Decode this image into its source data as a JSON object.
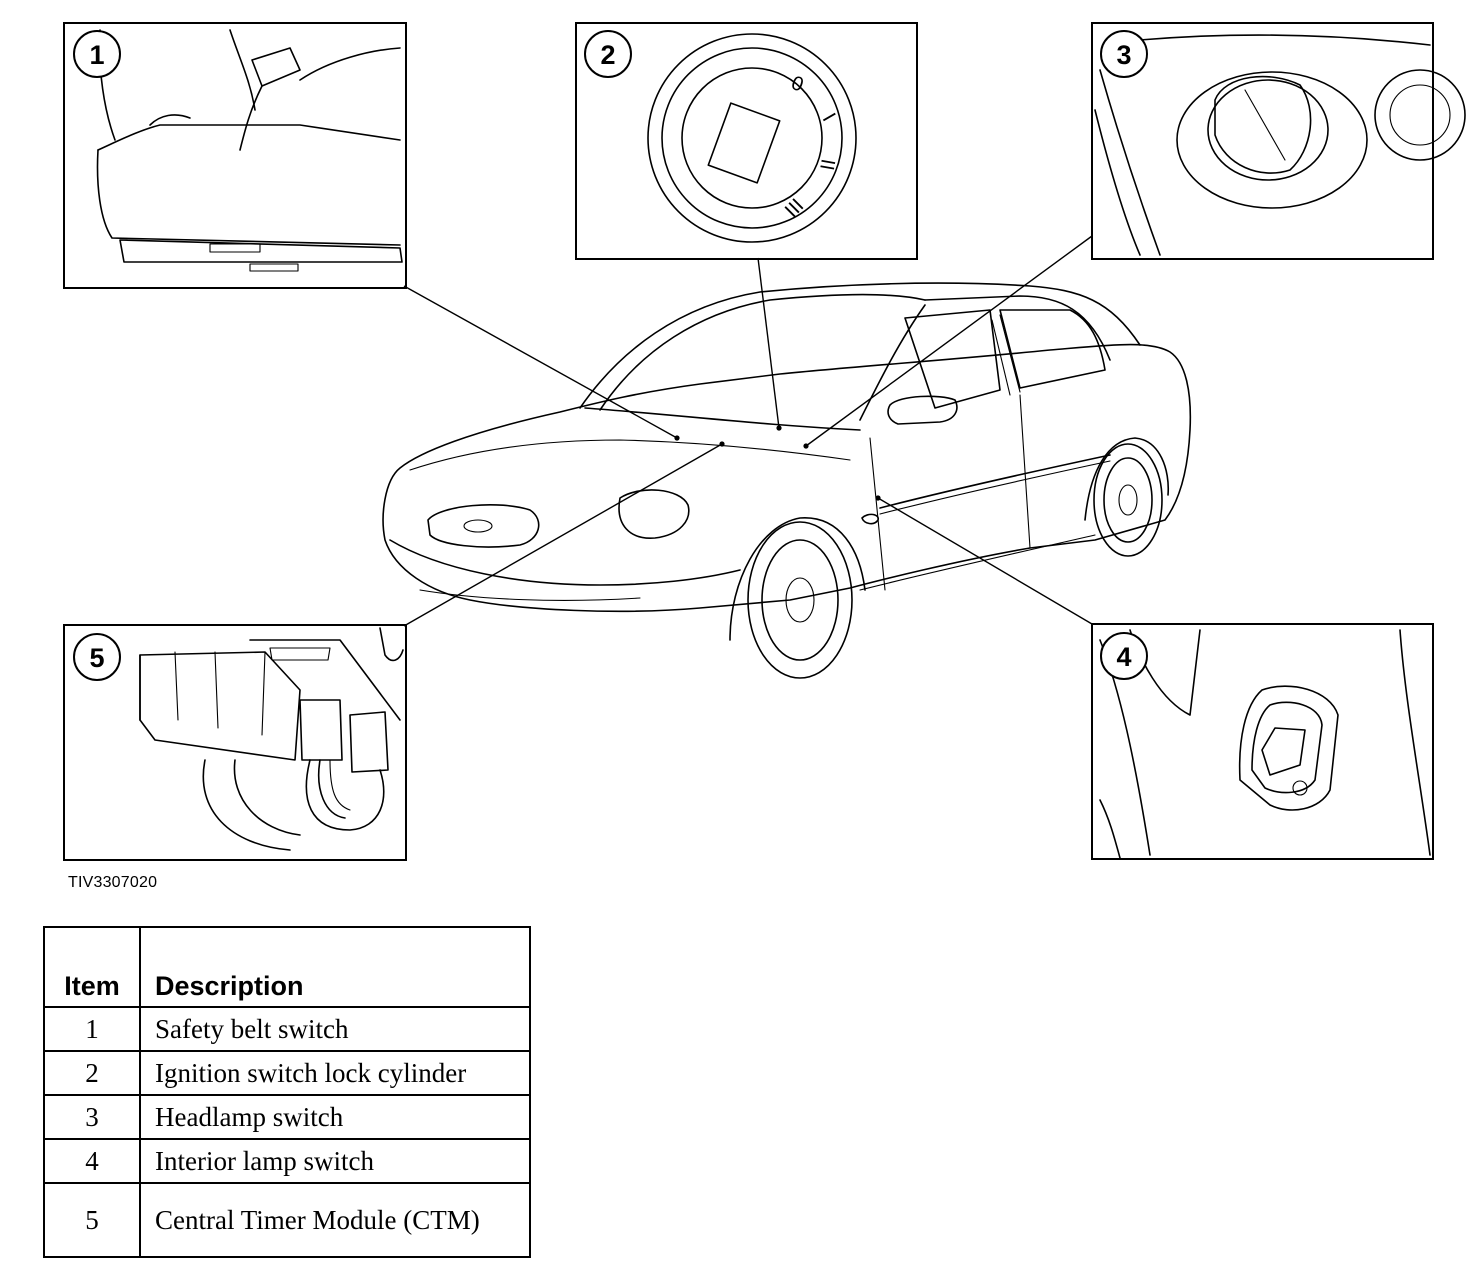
{
  "figure_code": "TIV3307020",
  "callouts": [
    "1",
    "2",
    "3",
    "4",
    "5"
  ],
  "dial_marks": [
    "0",
    "I",
    "II",
    "III"
  ],
  "table": {
    "headers": {
      "item": "Item",
      "description": "Description"
    },
    "rows": [
      {
        "item": "1",
        "description": "Safety belt switch"
      },
      {
        "item": "2",
        "description": "Ignition switch lock cylinder"
      },
      {
        "item": "3",
        "description": "Headlamp switch"
      },
      {
        "item": "4",
        "description": "Interior lamp switch"
      },
      {
        "item": "5",
        "description": "Central Timer Module (CTM)"
      }
    ]
  }
}
